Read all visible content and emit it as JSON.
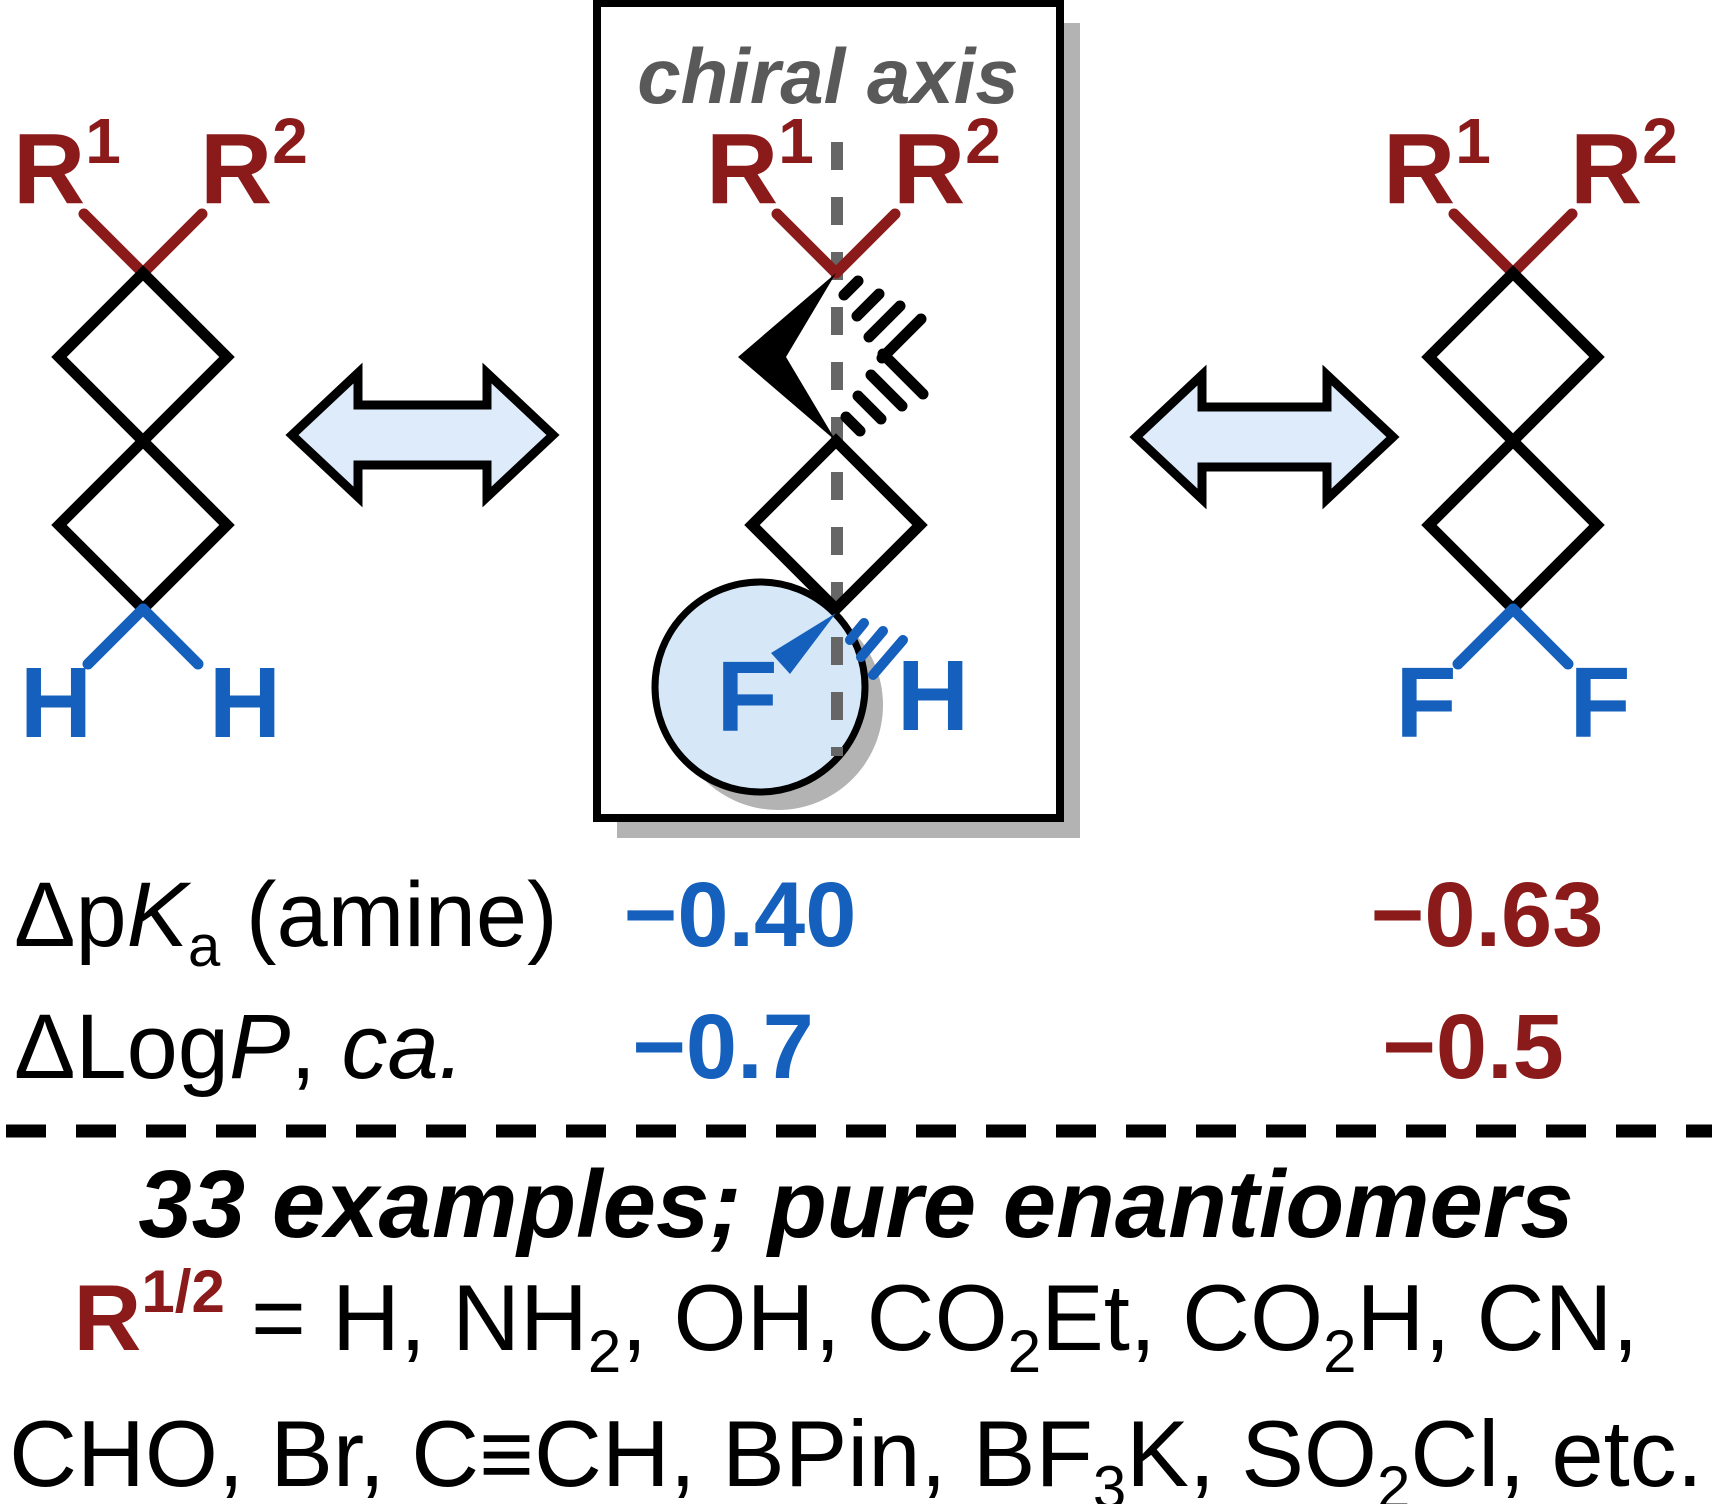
{
  "figure": {
    "box_title": "chiral axis",
    "colors": {
      "dark_red": "#8B1A1A",
      "blue": "#1560BD",
      "arrow_fill": "#DDEBFA",
      "circle_fill": "#D6E8F8",
      "shadow_gray": "#B3B3B3",
      "axis_gray": "#666666",
      "title_gray": "#595959"
    },
    "structures": {
      "left": {
        "r1": "R",
        "r1_sup": "1",
        "r2": "R",
        "r2_sup": "2",
        "bottom_left": "H",
        "bottom_right": "H"
      },
      "center": {
        "r1": "R",
        "r1_sup": "1",
        "r2": "R",
        "r2_sup": "2",
        "bottom_left": "F",
        "bottom_right": "H"
      },
      "right": {
        "r1": "R",
        "r1_sup": "1",
        "r2": "R",
        "r2_sup": "2",
        "bottom_left": "F",
        "bottom_right": "F"
      }
    },
    "properties": {
      "rows": [
        {
          "label": [
            {
              "t": "Δp"
            },
            {
              "t": "K"
            },
            {
              "t": "a"
            },
            {
              "t": " (amine)"
            }
          ],
          "center": "−0.40",
          "right": "−0.63"
        },
        {
          "label": [
            {
              "t": "ΔLog"
            },
            {
              "t": "P"
            },
            {
              "t": ", "
            },
            {
              "t": "ca."
            }
          ],
          "center": "−0.7",
          "right": "−0.5"
        }
      ]
    },
    "footer": {
      "headline": "33 examples; pure enantiomers",
      "line1": [
        {
          "t": "R"
        },
        {
          "t": "1/2"
        },
        {
          "t": " = H, NH"
        },
        {
          "t": "2"
        },
        {
          "t": ", OH, CO"
        },
        {
          "t": "2"
        },
        {
          "t": "Et, CO"
        },
        {
          "t": "2"
        },
        {
          "t": "H, CN,"
        }
      ],
      "line2": [
        {
          "t": "CHO, Br, C≡CH, BPin, BF"
        },
        {
          "t": "3"
        },
        {
          "t": "K, SO"
        },
        {
          "t": "2"
        },
        {
          "t": "Cl, etc."
        }
      ]
    }
  }
}
